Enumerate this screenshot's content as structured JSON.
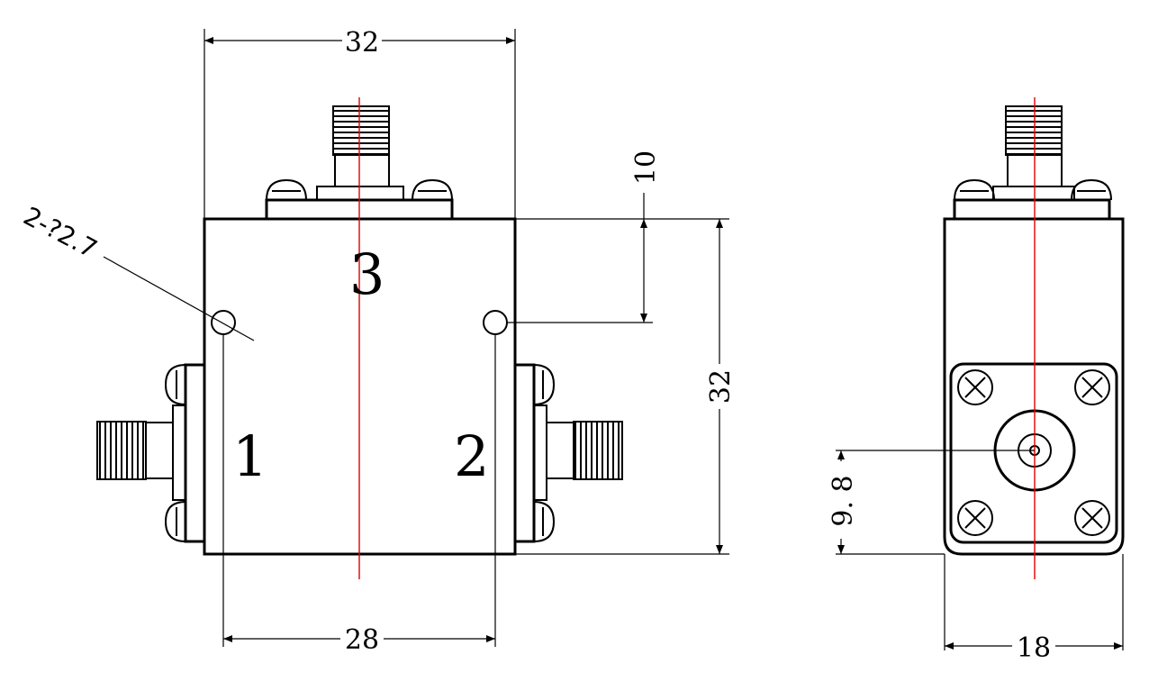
{
  "front_view": {
    "dim_width_top": "32",
    "dim_width_bottom": "28",
    "dim_height_right": "32",
    "dim_hole_offset": "10",
    "hole_callout": "2-?2.7",
    "port_labels": [
      "1",
      "2",
      "3"
    ]
  },
  "side_view": {
    "dim_width": "18",
    "dim_connector_height": "9. 8"
  },
  "colors": {
    "line": "#000000",
    "centerline": "#e00000"
  }
}
